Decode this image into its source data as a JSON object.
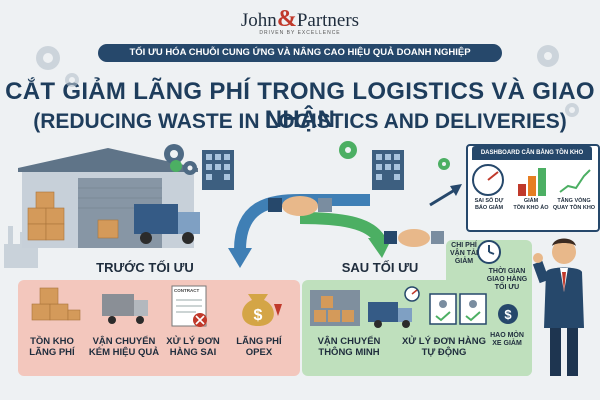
{
  "header": {
    "brand_left": "John",
    "brand_amp": "&",
    "brand_right": "Partners",
    "brand_tagline": "DRIVEN BY EXCELLENCE",
    "banner": "TỐI ƯU HÓA CHUỖI CUNG ỨNG VÀ NÂNG CAO HIỆU QUẢ DOANH NGHIỆP",
    "title_vi": "CẮT GIẢM LÃNG PHÍ TRONG LOGISTICS VÀ GIAO NHẬN",
    "title_en": "(REDUCING WASTE IN LOGISTICS AND DELIVERIES)"
  },
  "before": {
    "heading": "TRƯỚC TỐI ƯU",
    "items": [
      {
        "line1": "TỒN KHO",
        "line2": "LÃNG PHÍ"
      },
      {
        "line1": "VẬN CHUYỂN",
        "line2": "KÉM HIỆU QUẢ"
      },
      {
        "line1": "XỬ LÝ ĐƠN",
        "line2": "HÀNG SAI"
      },
      {
        "line1": "LÃNG PHÍ",
        "line2": "OPEX"
      }
    ],
    "contract_label": "CONTRACT"
  },
  "after": {
    "heading": "SAU TỐI ƯU",
    "items": [
      {
        "line1": "VẬN CHUYỂN",
        "line2": "THÔNG MINH"
      },
      {
        "line1": "XỬ LÝ ĐƠN HÀNG",
        "line2": "TỰ ĐỘNG"
      }
    ],
    "side": [
      {
        "l1": "CHI PHÍ",
        "l2": "VẬN TẢI",
        "l3": "GIẢM"
      },
      {
        "l1": "THỜI GIAN",
        "l2": "GIAO HÀNG",
        "l3": "TỐI ƯU"
      },
      {
        "l1": "HAO MÒN",
        "l2": "XE GIẢM",
        "l3": ""
      }
    ]
  },
  "dashboard": {
    "title": "DASHBOARD CÂN BẰNG TỒN KHO",
    "k1a": "SAI SỐ DỰ",
    "k1b": "BÁO GIẢM",
    "k2a": "GIẢM",
    "k2b": "TỒN KHO ẢO",
    "k3a": "TĂNG VÒNG",
    "k3b": "QUAY TỒN KHO"
  },
  "colors": {
    "navy": "#26486b",
    "red_panel": "#f3c7bd",
    "green_panel": "#bfe0bd",
    "arrow_blue": "#3f7fb5",
    "arrow_green": "#4caf63",
    "accent_red": "#c0392b"
  },
  "icons": [
    "warehouse-icon",
    "truck-icon",
    "gear-icon",
    "building-icon",
    "handshake-icon",
    "boxes-icon",
    "contract-icon",
    "money-bag-icon",
    "gauge-icon",
    "clock-icon",
    "dollar-icon",
    "businessman-icon",
    "factory-icon"
  ]
}
